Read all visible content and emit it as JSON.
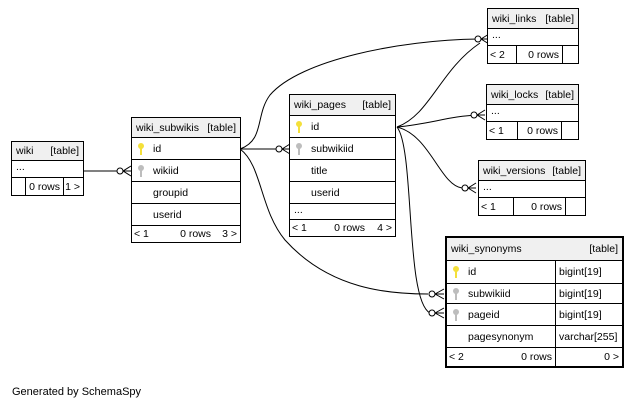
{
  "footer": "Generated by SchemaSpy",
  "colors": {
    "primary_key": "#f4e03a",
    "foreign_key": "#bdbdbd",
    "header_bg": "#f0f0f0"
  },
  "tables": {
    "wiki": {
      "name": "wiki",
      "tag": "[table]",
      "ellipsis": "...",
      "rows": "0 rows",
      "parents": "",
      "children": "1 >"
    },
    "wiki_subwikis": {
      "name": "wiki_subwikis",
      "tag": "[table]",
      "columns": [
        "id",
        "wikiid",
        "groupid",
        "userid"
      ],
      "parents": "< 1",
      "rows": "0 rows",
      "children": "3 >"
    },
    "wiki_pages": {
      "name": "wiki_pages",
      "tag": "[table]",
      "columns": [
        "id",
        "subwikiid",
        "title",
        "userid"
      ],
      "ellipsis": "...",
      "parents": "< 1",
      "rows": "0 rows",
      "children": "4 >"
    },
    "wiki_links": {
      "name": "wiki_links",
      "tag": "[table]",
      "ellipsis": "...",
      "parents": "< 2",
      "rows": "0 rows",
      "children": ""
    },
    "wiki_locks": {
      "name": "wiki_locks",
      "tag": "[table]",
      "ellipsis": "...",
      "parents": "< 1",
      "rows": "0 rows",
      "children": ""
    },
    "wiki_versions": {
      "name": "wiki_versions",
      "tag": "[table]",
      "ellipsis": "...",
      "parents": "< 1",
      "rows": "0 rows",
      "children": ""
    },
    "wiki_synonyms": {
      "name": "wiki_synonyms",
      "tag": "[table]",
      "columns": [
        {
          "name": "id",
          "type": "bigint[19]"
        },
        {
          "name": "subwikiid",
          "type": "bigint[19]"
        },
        {
          "name": "pageid",
          "type": "bigint[19]"
        },
        {
          "name": "pagesynonym",
          "type": "varchar[255]"
        }
      ],
      "parents": "< 2",
      "rows": "0 rows",
      "children": "0 >"
    }
  }
}
